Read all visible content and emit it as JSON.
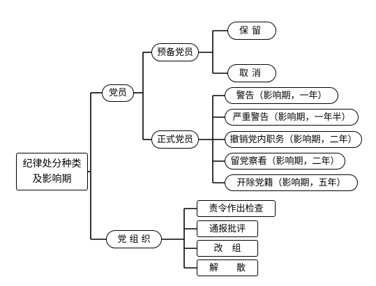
{
  "root": {
    "line1": "纪律处分种类",
    "line2": "及影响期"
  },
  "party_member": {
    "label": "党员",
    "probationary": {
      "label": "预备党员",
      "options": [
        "保留",
        "取消"
      ]
    },
    "full": {
      "label": "正式党员",
      "options": [
        "警告（影响期，一年）",
        "严重警告（影响期，一年半）",
        "撤销党内职务（影响期，二年）",
        "留党察看（影响期，二年）",
        "开除党籍（影响期，五年）"
      ]
    }
  },
  "party_org": {
    "label": "党 组 织",
    "options": [
      "责令作出检查",
      "通报批评",
      "改　组",
      "解　　散"
    ]
  }
}
